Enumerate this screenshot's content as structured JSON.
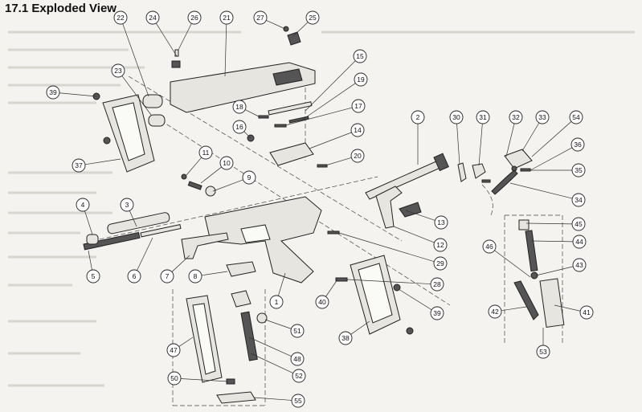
{
  "title": "17.1 Exploded View",
  "callouts": [
    {
      "id": "22",
      "label": "22"
    },
    {
      "id": "24",
      "label": "24"
    },
    {
      "id": "26",
      "label": "26"
    },
    {
      "id": "21",
      "label": "21"
    },
    {
      "id": "27",
      "label": "27"
    },
    {
      "id": "25",
      "label": "25"
    },
    {
      "id": "39a",
      "label": "39"
    },
    {
      "id": "23",
      "label": "23"
    },
    {
      "id": "15",
      "label": "15"
    },
    {
      "id": "19",
      "label": "19"
    },
    {
      "id": "18",
      "label": "18"
    },
    {
      "id": "17",
      "label": "17"
    },
    {
      "id": "2",
      "label": "2"
    },
    {
      "id": "30",
      "label": "30"
    },
    {
      "id": "31",
      "label": "31"
    },
    {
      "id": "32",
      "label": "32"
    },
    {
      "id": "33",
      "label": "33"
    },
    {
      "id": "54",
      "label": "54"
    },
    {
      "id": "16",
      "label": "16"
    },
    {
      "id": "14",
      "label": "14"
    },
    {
      "id": "36",
      "label": "36"
    },
    {
      "id": "37",
      "label": "37"
    },
    {
      "id": "11",
      "label": "11"
    },
    {
      "id": "20",
      "label": "20"
    },
    {
      "id": "35",
      "label": "35"
    },
    {
      "id": "10",
      "label": "10"
    },
    {
      "id": "9",
      "label": "9"
    },
    {
      "id": "34",
      "label": "34"
    },
    {
      "id": "4",
      "label": "4"
    },
    {
      "id": "3",
      "label": "3"
    },
    {
      "id": "13",
      "label": "13"
    },
    {
      "id": "45",
      "label": "45"
    },
    {
      "id": "12",
      "label": "12"
    },
    {
      "id": "44",
      "label": "44"
    },
    {
      "id": "46",
      "label": "46"
    },
    {
      "id": "5",
      "label": "5"
    },
    {
      "id": "6",
      "label": "6"
    },
    {
      "id": "7",
      "label": "7"
    },
    {
      "id": "29",
      "label": "29"
    },
    {
      "id": "43",
      "label": "43"
    },
    {
      "id": "8",
      "label": "8"
    },
    {
      "id": "28",
      "label": "28"
    },
    {
      "id": "1",
      "label": "1"
    },
    {
      "id": "40",
      "label": "40"
    },
    {
      "id": "42",
      "label": "42"
    },
    {
      "id": "41",
      "label": "41"
    },
    {
      "id": "39b",
      "label": "39"
    },
    {
      "id": "51",
      "label": "51"
    },
    {
      "id": "38",
      "label": "38"
    },
    {
      "id": "47",
      "label": "47"
    },
    {
      "id": "53",
      "label": "53"
    },
    {
      "id": "48",
      "label": "48"
    },
    {
      "id": "52",
      "label": "52"
    },
    {
      "id": "50",
      "label": "50"
    },
    {
      "id": "55",
      "label": "55"
    }
  ]
}
